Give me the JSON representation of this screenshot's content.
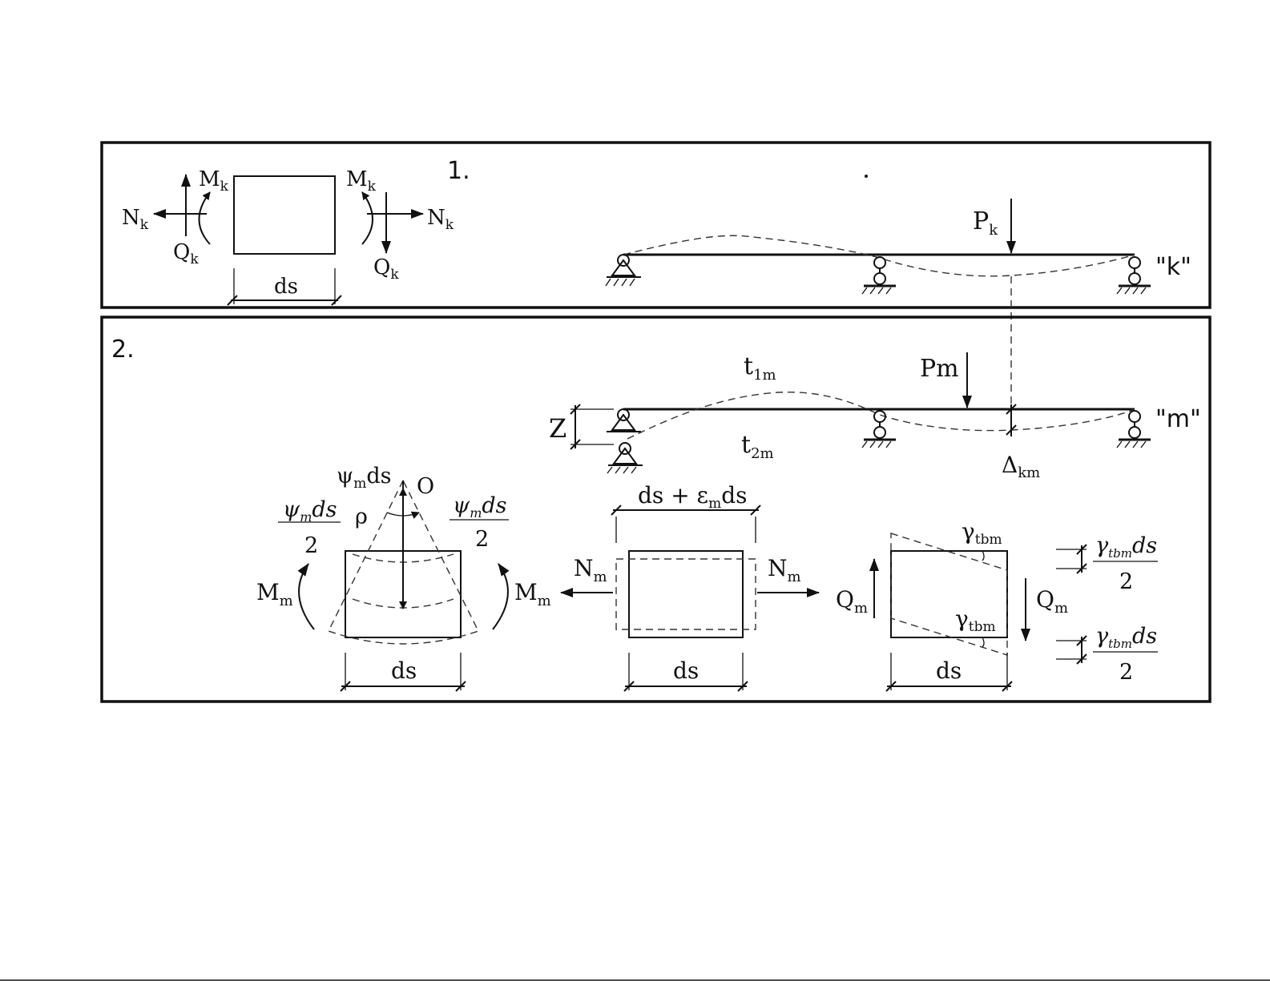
{
  "panel1": {
    "number": "1.",
    "labels": {
      "Mk": "M",
      "Mk_sub": "k",
      "Nk": "N",
      "Nk_sub": "k",
      "Qk": "Q",
      "Qk_sub": "k",
      "ds": "ds",
      "Pk": "P",
      "Pk_sub": "k",
      "state": "\"k\""
    }
  },
  "panel2": {
    "number": "2.",
    "labels": {
      "t1m": "t",
      "t1m_sub": "1m",
      "t2m": "t",
      "t2m_sub": "2m",
      "Pm": "Pm",
      "state": "\"m\"",
      "Z": "Z",
      "delta": "Δ",
      "delta_sub": "km",
      "psi_ds": "ψ",
      "psi_ds_sub": "m",
      "psi_ds_tail": "ds",
      "O": "O",
      "rho": "ρ",
      "frac_num": "ψ",
      "frac_num_sub": "m",
      "frac_num_tail": "ds",
      "frac_den": "2",
      "Mm": "M",
      "Mm_sub": "m",
      "Nm": "N",
      "Nm_sub": "m",
      "ds_eps": "ds + ε",
      "ds_eps_sub": "m",
      "ds_eps_tail": "ds",
      "Qm": "Q",
      "Qm_sub": "m",
      "gamma": "γ",
      "gamma_sub": "tbm",
      "gfrac_num": "γ",
      "gfrac_num_sub": "tbm",
      "gfrac_num_tail": "ds",
      "gfrac_den": "2",
      "ds": "ds"
    }
  }
}
